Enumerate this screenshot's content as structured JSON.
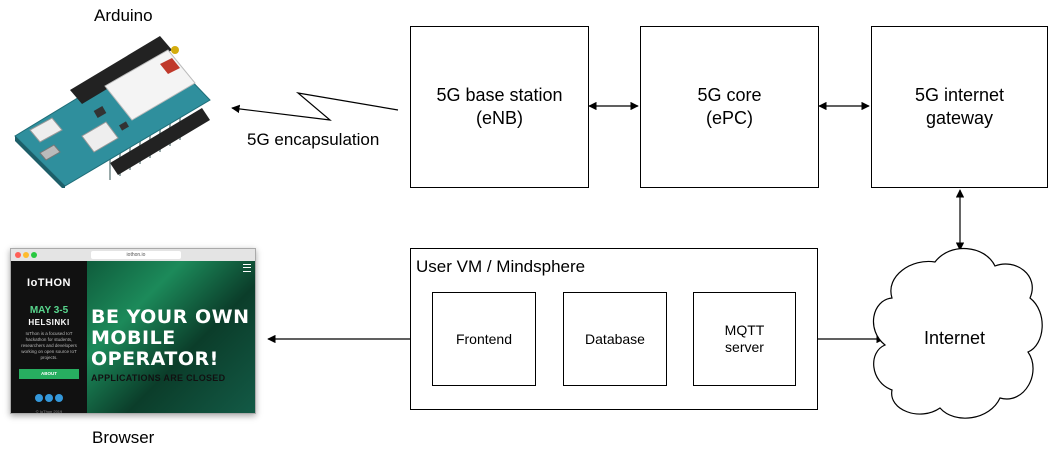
{
  "labels": {
    "arduino": "Arduino",
    "browser": "Browser",
    "encapsulation": "5G encapsulation",
    "internet": "Internet"
  },
  "nodes": {
    "base_station": [
      "5G base station",
      "(eNB)"
    ],
    "core": [
      "5G core",
      "(ePC)"
    ],
    "gateway": [
      "5G internet",
      "gateway"
    ],
    "vm": "User VM / Mindsphere",
    "frontend": "Frontend",
    "database": "Database",
    "mqtt": [
      "MQTT",
      "server"
    ]
  },
  "browser_page": {
    "url": "iothon.io",
    "logo": "IoTHON",
    "date": "MAY 3-5",
    "city": "HELSINKI",
    "description": "IoThon is a focused IoT hackathon for students, researchers and developers working on open source IoT projects.",
    "button": "ABOUT",
    "copyright": "© IoThon 2019",
    "headline": [
      "BE YOUR OWN",
      "MOBILE",
      "OPERATOR!"
    ],
    "closed": "APPLICATIONS ARE CLOSED"
  },
  "colors": {
    "line": "#000000",
    "board": "#2f8f9d",
    "accent": "#27ae60"
  }
}
